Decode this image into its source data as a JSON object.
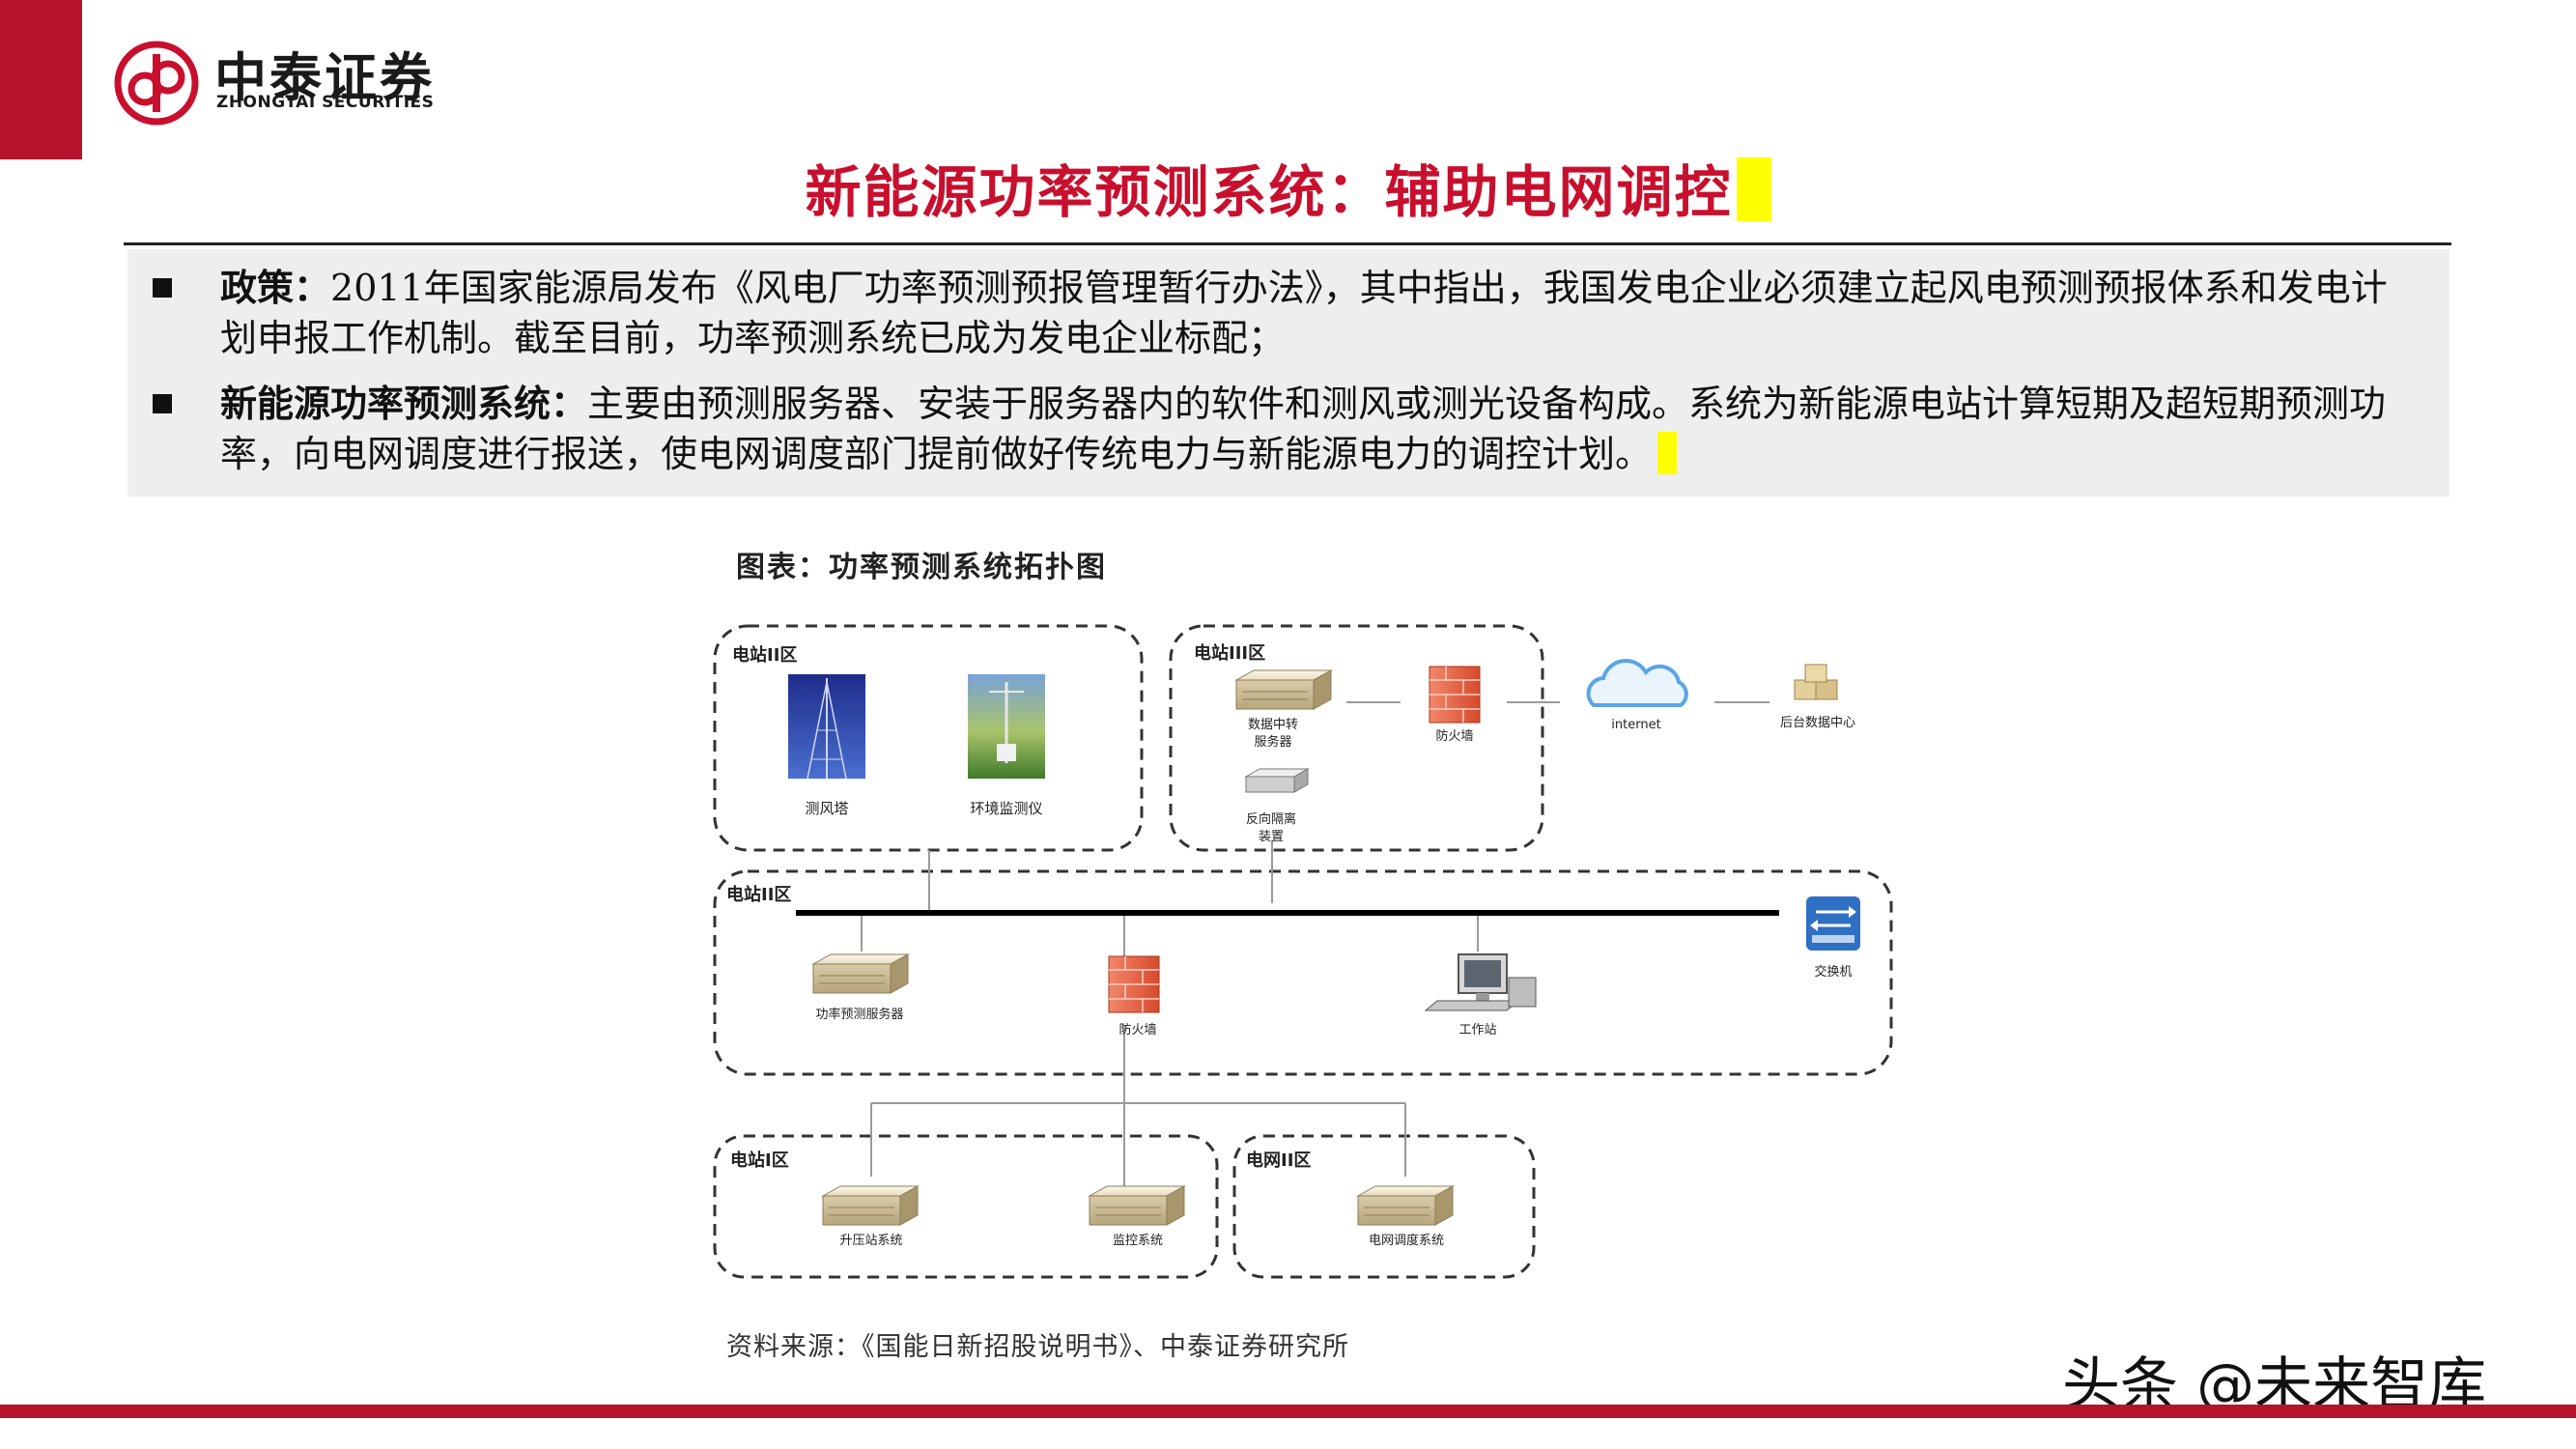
{
  "brand": {
    "name_cn": "中泰证券",
    "name_en": "ZHONGTAI SECURITIES"
  },
  "slide_title": "新能源功率预测系统：辅助电网调控",
  "bullets": [
    {
      "label": "政策：",
      "text": "2011年国家能源局发布《风电厂功率预测预报管理暂行办法》，其中指出，我国发电企业必须建立起风电预测预报体系和发电计划申报工作机制。截至目前，功率预测系统已成为发电企业标配；"
    },
    {
      "label": "新能源功率预测系统：",
      "text": "主要由预测服务器、安装于服务器内的软件和测风或测光设备构成。系统为新能源电站计算短期及超短期预测功率，向电网调度进行报送，使电网调度部门提前做好传统电力与新能源电力的调控计划。"
    }
  ],
  "figure": {
    "title": "图表：功率预测系统拓扑图",
    "zones": {
      "zone_ii_top": "电站II区",
      "zone_iii": "电站III区",
      "zone_ii_main": "电站II区",
      "zone_i": "电站I区",
      "grid_ii": "电网II区"
    },
    "nodes": {
      "wind_tower": "测风塔",
      "env_monitor": "环境监测仪",
      "data_relay_line1": "数据中转",
      "data_relay_line2": "服务器",
      "firewall_top": "防火墙",
      "internet": "internet",
      "backend_center": "后台数据中心",
      "isolation_line1": "反向隔离",
      "isolation_line2": "装置",
      "switch": "交换机",
      "forecast_server": "功率预测服务器",
      "firewall_main": "防火墙",
      "workstation": "工作站",
      "booster_system": "升压站系统",
      "monitor_system": "监控系统",
      "grid_dispatch": "电网调度系统"
    }
  },
  "source": "资料来源：《国能日新招股说明书》、中泰证券研究所",
  "watermark": "头条 @未来智库",
  "colors": {
    "brand_red": "#b5122b",
    "title_red": "#c8102e",
    "highlight": "#ffff00",
    "box_grey": "#eeeeee",
    "firewall": "#e8684a",
    "cloud": "#5aa5e6",
    "switch_blue": "#2f6fc4"
  }
}
